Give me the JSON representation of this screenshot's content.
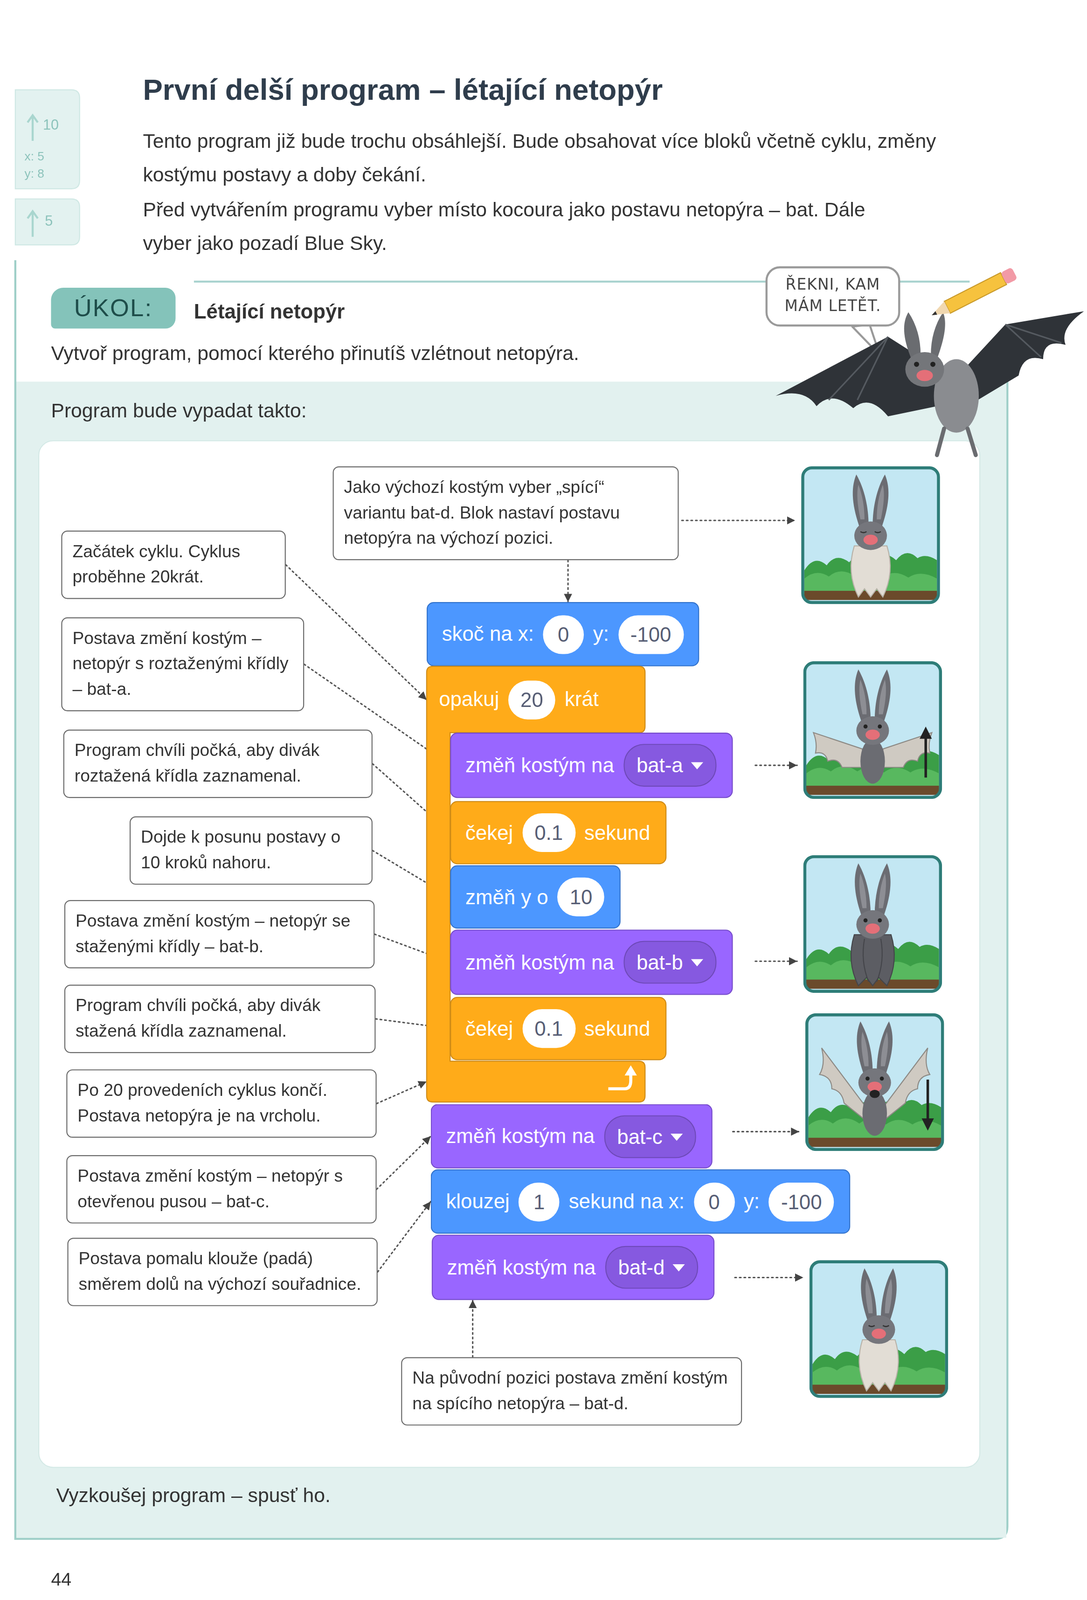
{
  "diagram": {
    "title": "První delší program – létající netopýr",
    "nodes": [
      {
        "text": [
          "ŘEKNI, KAM MÁM LETĚT."
        ]
      },
      {
        "text": [
          "ÚKOL:"
        ]
      },
      {
        "text": [
          "Jako výchozí kostým vyber „spící“ variantu bat-d. Blok nastaví postavu netopýra na výchozí pozici."
        ]
      },
      {
        "text": [
          "Začátek cyklu. Cyklus proběhne 20krát."
        ]
      },
      {
        "text": [
          "Postava změní kostým – netopýr s roztaženými křídly – bat-a."
        ]
      },
      {
        "text": [
          "Program chvíli počká, aby divák roztažená křídla zaznamenal."
        ]
      },
      {
        "text": [
          "Dojde k posunu postavy o 10 kroků nahoru."
        ]
      },
      {
        "text": [
          "Postava změní kostým – netopýr se staženými křídly – bat-b."
        ]
      },
      {
        "text": [
          "Program chvíli počká, aby divák stažená křídla zaznamenal."
        ]
      },
      {
        "text": [
          "Po 20 provedeních cyklus končí. Postava netopýra je na vrcholu."
        ]
      },
      {
        "text": [
          "Postava změní kostým – netopýr s otevřenou pusou – bat-c."
        ]
      },
      {
        "text": [
          "Postava pomalu klouže (padá) směrem dolů na výchozí souřadnice."
        ]
      },
      {
        "text": [
          "Na původní pozici postava změní kostým na spícího netopýra – bat-d."
        ]
      },
      {
        "text": [
          "skoč na x:",
          "0",
          "y:",
          "-100"
        ]
      },
      {
        "text": [
          "opakuj",
          "20",
          "krát"
        ]
      },
      {
        "text": [
          "změň kostým na",
          "bat-a"
        ],
        "in": 14
      },
      {
        "text": [
          "čekej",
          "0.1",
          "sekund"
        ],
        "in": 14
      },
      {
        "text": [
          "změň y o",
          "10"
        ],
        "in": 14
      },
      {
        "text": [
          "změň kostým na",
          "bat-b"
        ],
        "in": 14
      },
      {
        "text": [
          "čekej",
          "0.1",
          "sekund"
        ],
        "in": 14
      },
      {
        "text": [
          "změň kostým na",
          "bat-c"
        ]
      },
      {
        "text": [
          "klouzej",
          "1",
          "sekund na x:",
          "0",
          "y:",
          "-100"
        ]
      },
      {
        "text": [
          "změň kostým na",
          "bat-d"
        ]
      }
    ],
    "edges": [
      {
        "from": 2,
        "to": 13,
        "arrow": "to"
      },
      {
        "from": 3,
        "to": 14,
        "arrow": "to"
      },
      {
        "from": 4,
        "to": 15,
        "arrow": "to"
      },
      {
        "from": 5,
        "to": 16,
        "arrow": "to"
      },
      {
        "from": 6,
        "to": 17,
        "arrow": "to"
      },
      {
        "from": 7,
        "to": 18,
        "arrow": "to"
      },
      {
        "from": 8,
        "to": 19,
        "arrow": "to"
      },
      {
        "from": 9,
        "to": 14,
        "arrow": "to"
      },
      {
        "from": 10,
        "to": 20,
        "arrow": "to"
      },
      {
        "from": 11,
        "to": 21,
        "arrow": "to"
      },
      {
        "from": 12,
        "to": 22,
        "arrow": "to"
      }
    ],
    "labels": [
      "Tento program již bude trochu obsáhlejší. Bude obsahovat více bloků včetně cyklu, změny kostýmu postavy a doby čekání.",
      "Před vytvářením programu vyber místo kocoura jako postavu netopýra – bat. Dále vyber jako pozadí Blue Sky.",
      "Létající netopýr",
      "Vytvoř program, pomocí kterého přinutíš vzlétnout netopýra.",
      "Program bude vypadat takto:",
      "Vyzkoušej program – spusť ho.",
      "44",
      "10",
      "x: 5",
      "y: 8",
      "5"
    ]
  }
}
